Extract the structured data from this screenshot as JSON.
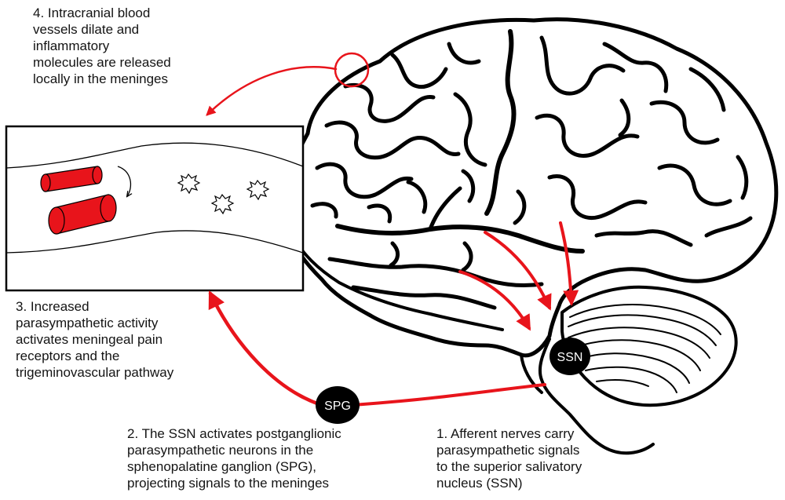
{
  "colors": {
    "accent": "#e8141b",
    "outline": "#000000",
    "node_fill": "#000000",
    "node_text": "#ffffff",
    "vessel_fill": "#e8141b"
  },
  "nodes": {
    "ssn": "SSN",
    "spg": "SPG"
  },
  "captions": {
    "step4": "4. Intracranial blood\nvessels dilate and\ninflammatory\nmolecules are released\nlocally in the meninges",
    "step3": "3. Increased\nparasympathetic activity\nactivates meningeal pain\nreceptors and the\ntrigeminovascular pathway",
    "step2": "2. The SSN activates postganglionic\nparasympathetic neurons in the\nsphenopalatine ganglion (SPG),\nprojecting signals to the meninges",
    "step1": "1. Afferent nerves carry\nparasympathetic signals\nto the superior salivatory\nnucleus (SSN)"
  },
  "icons": {
    "inflammatory_molecule": "starburst-icon",
    "dilation": "curved-arrow-icon"
  }
}
